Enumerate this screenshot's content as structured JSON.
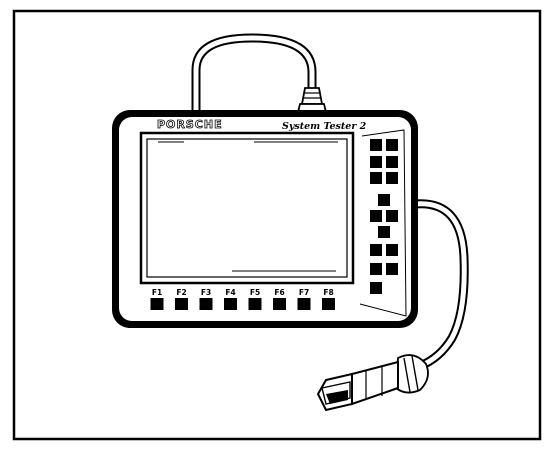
{
  "device": {
    "brand": "PORSCHE",
    "model": "System Tester 2",
    "function_keys": [
      "F1",
      "F2",
      "F3",
      "F4",
      "F5",
      "F6",
      "F7",
      "F8"
    ],
    "colors": {
      "ink": "#000000",
      "paper": "#ffffff"
    }
  }
}
